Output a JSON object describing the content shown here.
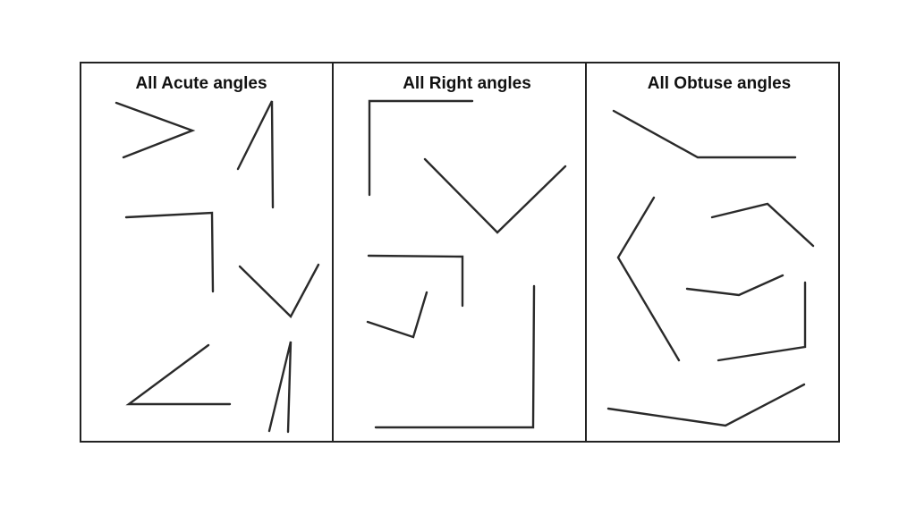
{
  "columns": [
    {
      "title": "All Acute angles",
      "angle_type": "acute",
      "count": 6
    },
    {
      "title": "All Right angles",
      "angle_type": "right",
      "count": 5
    },
    {
      "title": "All Obtuse angles",
      "angle_type": "obtuse",
      "count": 6
    }
  ],
  "colors": {
    "stroke": "#2a2a2a",
    "background": "#ffffff"
  }
}
